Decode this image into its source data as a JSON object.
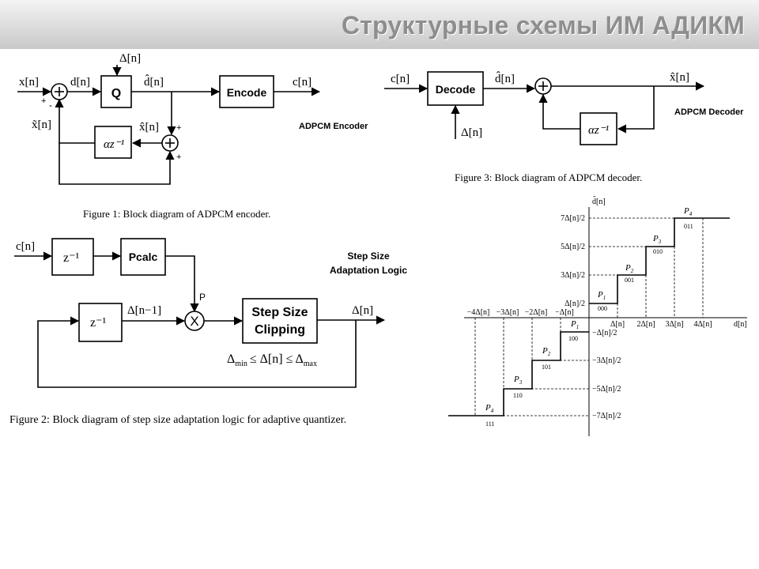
{
  "slide": {
    "title": "Структурные схемы ИМ АДИКМ"
  },
  "encoder": {
    "label": "ADPCM Encoder",
    "caption": "Figure 1: Block diagram of ADPCM encoder.",
    "blocks": {
      "quantizer": "Q",
      "encode": "Encode",
      "predictor": "αz⁻¹"
    },
    "signals": {
      "input": "x[n]",
      "difference": "d[n]",
      "delta": "Δ[n]",
      "dq": "d̂[n]",
      "code": "c[n]",
      "prediction": "x̃[n]",
      "reconstructed": "x̂[n]"
    },
    "signs": {
      "plus": "+",
      "minus": "-"
    }
  },
  "decoder": {
    "label": "ADPCM Decoder",
    "caption": "Figure 3: Block diagram of ADPCM decoder.",
    "blocks": {
      "decode": "Decode",
      "predictor": "αz⁻¹"
    },
    "signals": {
      "code": "c[n]",
      "dq": "d̂[n]",
      "delta": "Δ[n]",
      "output": "x̂[n]"
    }
  },
  "step_size": {
    "label_line1": "Step Size",
    "label_line2": "Adaptation Logic",
    "caption": "Figure 2: Block diagram of step size adaptation logic for adaptive quantizer.",
    "blocks": {
      "delay1": "z⁻¹",
      "pcalc": "Pcalc",
      "delay2": "z⁻¹",
      "clip_line1": "Step Size",
      "clip_line2": "Clipping"
    },
    "signals": {
      "code": "c[n]",
      "p": "P",
      "prev_delta": "Δ[n−1]",
      "delta": "Δ[n]",
      "multiply": "X"
    },
    "constraint": {
      "min": "Δ",
      "min_sub": "min",
      "mid": "≤ Δ[n] ≤ Δ",
      "max_sub": "max"
    }
  },
  "quantizer_chart": {
    "y_axis_label": "d̂[n]",
    "x_axis_label": "d[n]",
    "positive_x_ticks": [
      "Δ[n]",
      "2Δ[n]",
      "3Δ[n]",
      "4Δ[n]"
    ],
    "negative_x_ticks": [
      "−4Δ[n]",
      "−3Δ[n]",
      "−2Δ[n]",
      "−Δ[n]"
    ],
    "positive_y_ticks": [
      "Δ[n]/2",
      "3Δ[n]/2",
      "5Δ[n]/2",
      "7Δ[n]/2"
    ],
    "negative_y_ticks": [
      "−Δ[n]/2",
      "−3Δ[n]/2",
      "−5Δ[n]/2",
      "−7Δ[n]/2"
    ],
    "positive_steps": [
      {
        "p": "P",
        "sub": "1",
        "code": "000"
      },
      {
        "p": "P",
        "sub": "2",
        "code": "001"
      },
      {
        "p": "P",
        "sub": "3",
        "code": "010"
      },
      {
        "p": "P",
        "sub": "4",
        "code": "011"
      }
    ],
    "negative_steps": [
      {
        "p": "P",
        "sub": "1",
        "code": "100"
      },
      {
        "p": "P",
        "sub": "2",
        "code": "101"
      },
      {
        "p": "P",
        "sub": "3",
        "code": "110"
      },
      {
        "p": "P",
        "sub": "4",
        "code": "111"
      }
    ]
  }
}
